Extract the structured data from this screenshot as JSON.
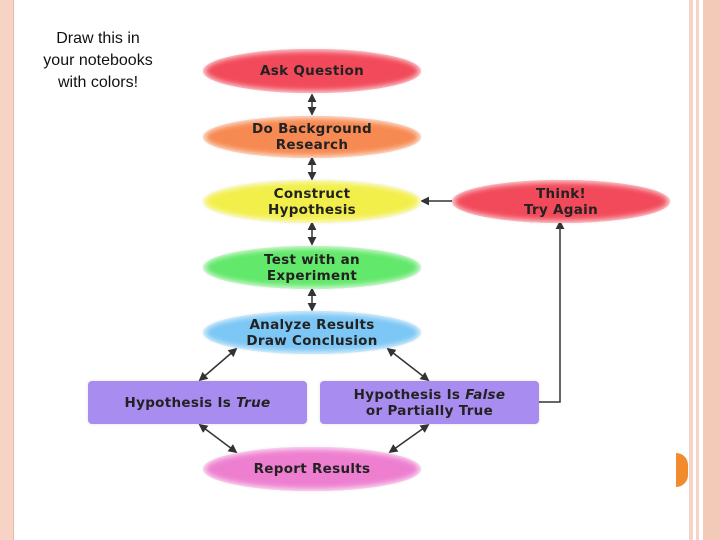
{
  "instruction": "Draw this in\nyour notebooks\nwith colors!",
  "flow": {
    "ask_question": "Ask Question",
    "background_1": "Do Background",
    "background_2": "Research",
    "hypothesis_1": "Construct",
    "hypothesis_2": "Hypothesis",
    "think_1": "Think!",
    "think_2": "Try Again",
    "test_1": "Test with an",
    "test_2": "Experiment",
    "analyze_1": "Analyze Results",
    "analyze_2": "Draw Conclusion",
    "true_prefix": "Hypothesis Is ",
    "true_word": "True",
    "false_prefix": "Hypothesis Is ",
    "false_word": "False",
    "false_2": "or Partially True",
    "report": "Report Results"
  },
  "colors": {
    "ask_question": "#f24a5a",
    "background_research": "#f78a52",
    "hypothesis": "#f2ef4a",
    "think_again": "#f24a5a",
    "experiment": "#62e86a",
    "analyze": "#7cc7f5",
    "outcome_boxes": "#a98cf0",
    "report": "#ee7fd0",
    "slide_accent": "#f28a2e"
  }
}
